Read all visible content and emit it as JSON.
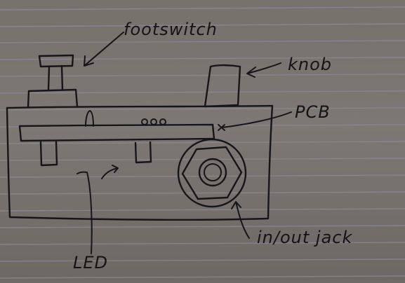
{
  "labels": {
    "footswitch": "footswitch",
    "knob": "knob",
    "pcb": "PCB",
    "led": "LED",
    "jack": "in/out jack"
  },
  "colors": {
    "paper": "#77716c",
    "ink": "#16161a",
    "rule": "#8c8aa0"
  }
}
